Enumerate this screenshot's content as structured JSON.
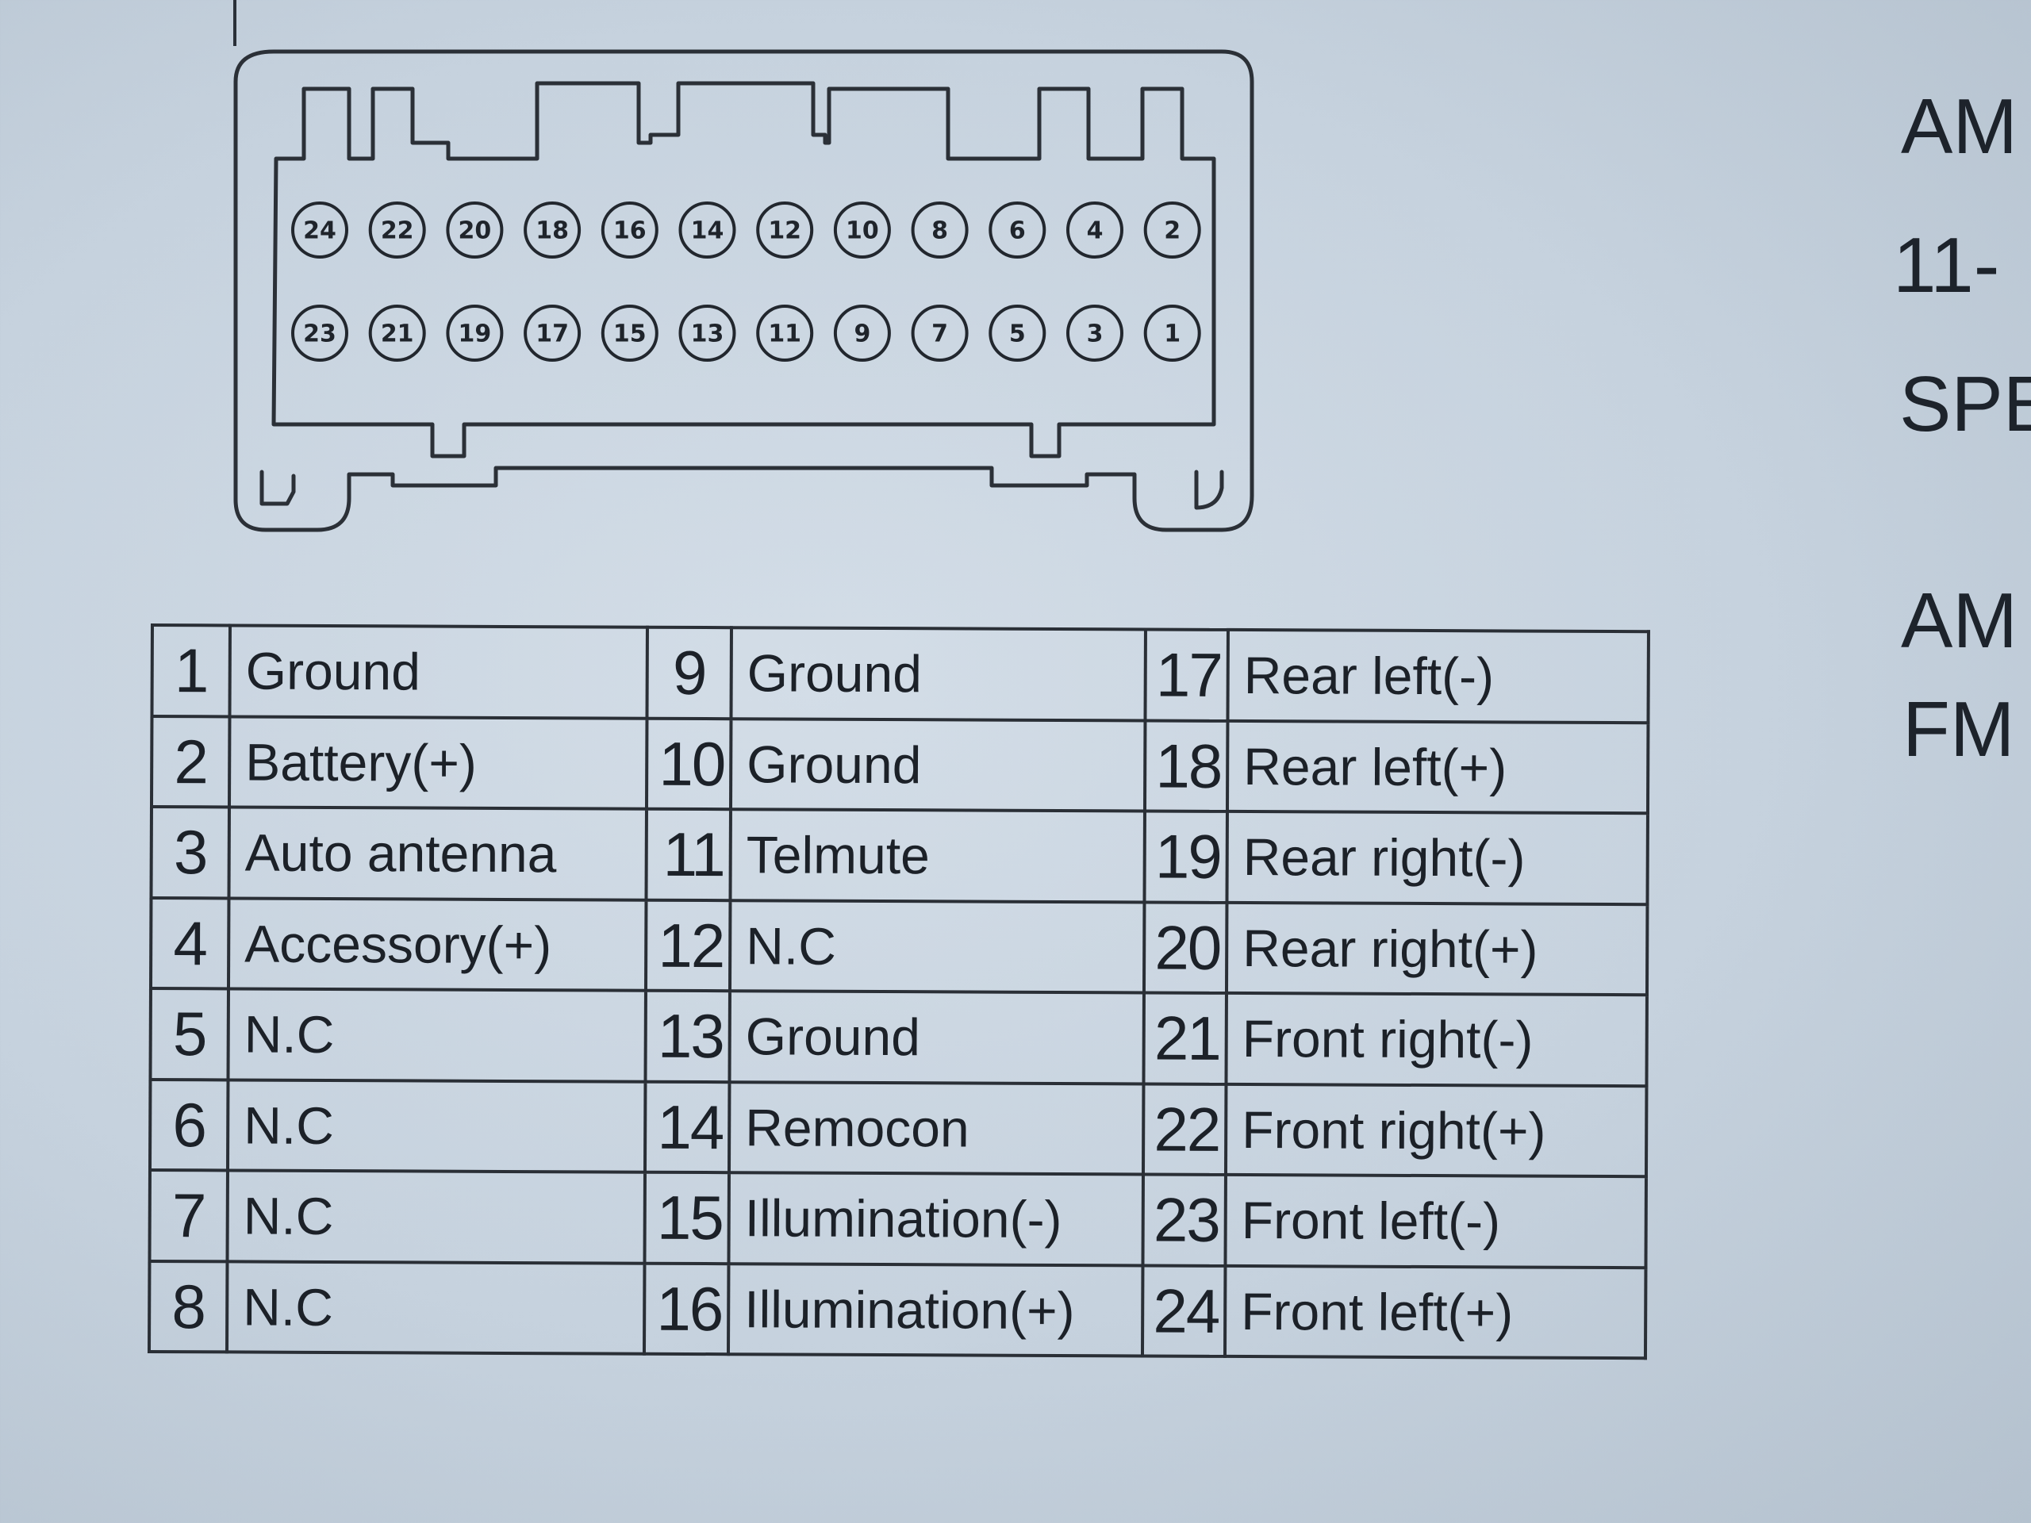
{
  "connector": {
    "top_row": [
      "24",
      "22",
      "20",
      "18",
      "16",
      "14",
      "12",
      "10",
      "8",
      "6",
      "4",
      "2"
    ],
    "bottom_row": [
      "23",
      "21",
      "19",
      "17",
      "15",
      "13",
      "11",
      "9",
      "7",
      "5",
      "3",
      "1"
    ]
  },
  "pinout": {
    "rows": [
      [
        {
          "num": "1",
          "fn": "Ground"
        },
        {
          "num": "9",
          "fn": "Ground"
        },
        {
          "num": "17",
          "fn": "Rear left(-)"
        }
      ],
      [
        {
          "num": "2",
          "fn": "Battery(+)"
        },
        {
          "num": "10",
          "fn": "Ground"
        },
        {
          "num": "18",
          "fn": "Rear left(+)"
        }
      ],
      [
        {
          "num": "3",
          "fn": "Auto antenna"
        },
        {
          "num": "11",
          "fn": "Telmute"
        },
        {
          "num": "19",
          "fn": "Rear right(-)"
        }
      ],
      [
        {
          "num": "4",
          "fn": "Accessory(+)"
        },
        {
          "num": "12",
          "fn": "N.C"
        },
        {
          "num": "20",
          "fn": "Rear right(+)"
        }
      ],
      [
        {
          "num": "5",
          "fn": "N.C"
        },
        {
          "num": "13",
          "fn": "Ground"
        },
        {
          "num": "21",
          "fn": "Front right(-)"
        }
      ],
      [
        {
          "num": "6",
          "fn": "N.C"
        },
        {
          "num": "14",
          "fn": "Remocon"
        },
        {
          "num": "22",
          "fn": "Front right(+)"
        }
      ],
      [
        {
          "num": "7",
          "fn": "N.C"
        },
        {
          "num": "15",
          "fn": "Illumination(-)"
        },
        {
          "num": "23",
          "fn": "Front left(-)"
        }
      ],
      [
        {
          "num": "8",
          "fn": "N.C"
        },
        {
          "num": "16",
          "fn": "Illumination(+)"
        },
        {
          "num": "24",
          "fn": "Front left(+)"
        }
      ]
    ]
  },
  "right_margin": {
    "line1": "AM",
    "line2": "11-",
    "line3": "SPE",
    "line4": "AM",
    "line5": "FM"
  }
}
